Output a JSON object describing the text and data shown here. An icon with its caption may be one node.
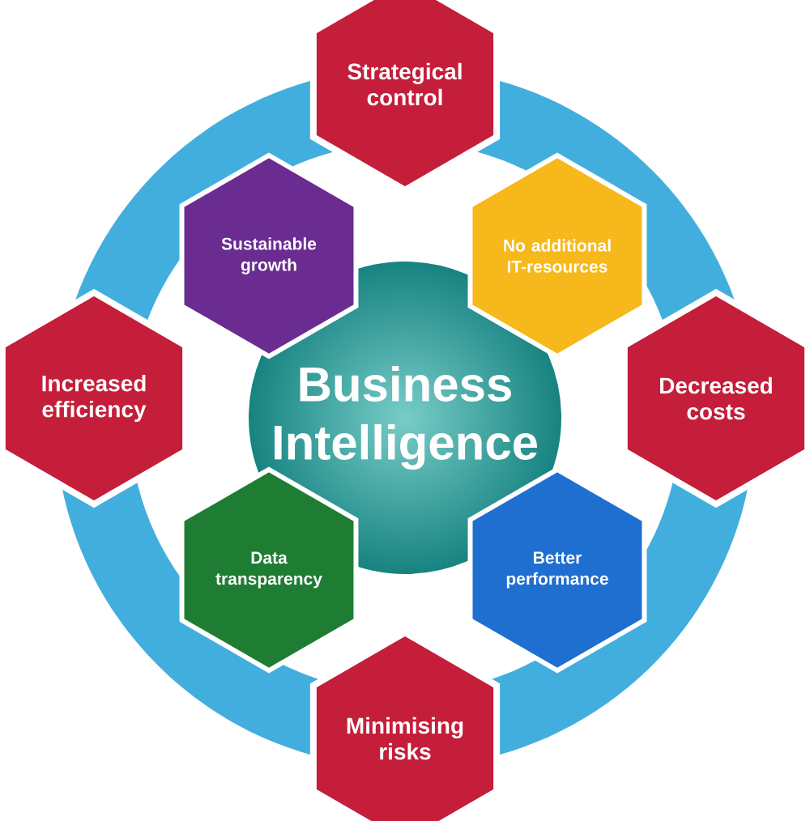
{
  "diagram": {
    "nodes": [
      {
        "text": [
          "Business Intelligence"
        ]
      },
      {
        "text": [
          "Strategical control"
        ]
      },
      {
        "text": [
          "Decreased costs"
        ]
      },
      {
        "text": [
          "Minimising risks"
        ]
      },
      {
        "text": [
          "Increased efficiency"
        ]
      },
      {
        "text": [
          "Sustainable growth"
        ]
      },
      {
        "text": [
          "No additional IT-resources"
        ]
      },
      {
        "text": [
          "Data transparency"
        ]
      },
      {
        "text": [
          "Better performance"
        ]
      }
    ]
  }
}
